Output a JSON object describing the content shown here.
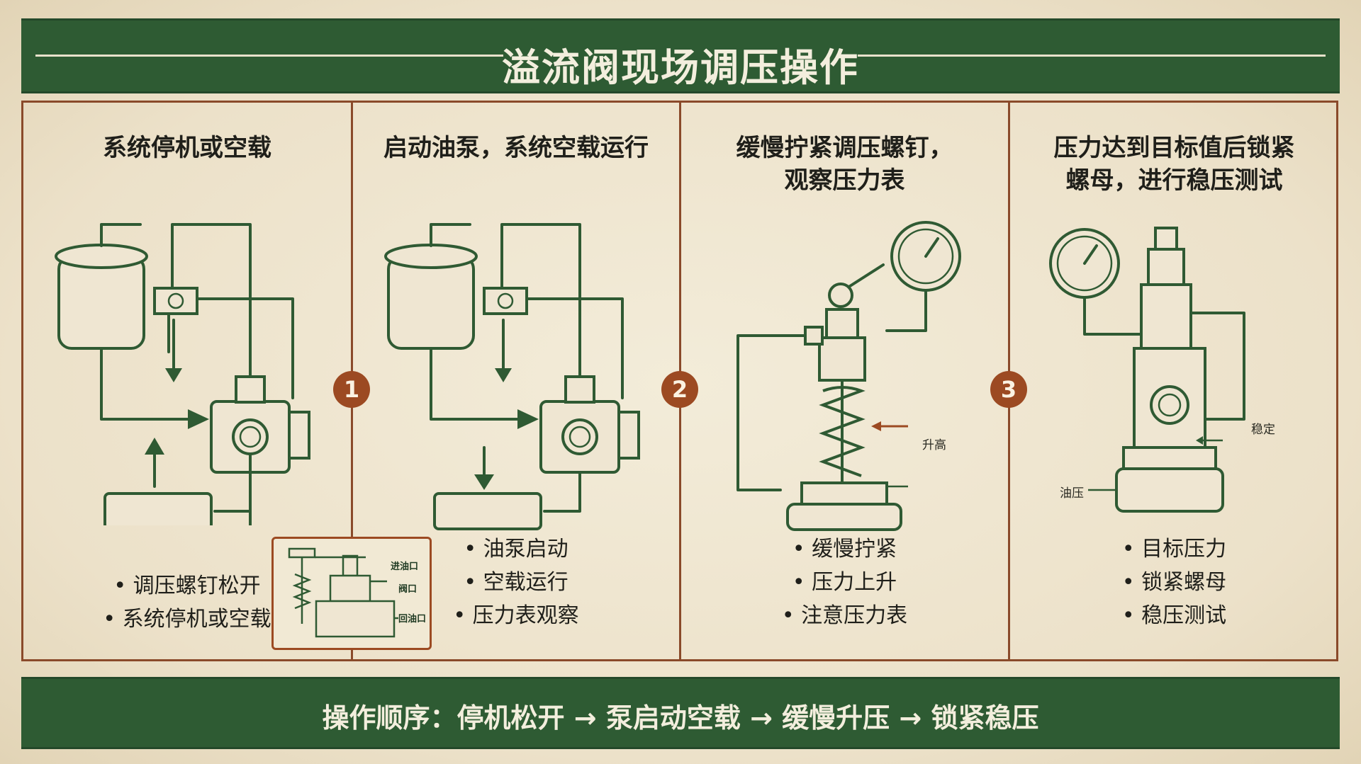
{
  "title": "溢流阀现场调压操作",
  "panels": [
    {
      "title_lines": [
        "系统停机或空载"
      ],
      "bullets": [
        "调压螺钉松开",
        "系统停机或空载"
      ],
      "badge": "1"
    },
    {
      "title_lines": [
        "启动油泵，系统空载运行"
      ],
      "bullets": [
        "油泵启动",
        "空载运行",
        "压力表观察"
      ],
      "badge": "2"
    },
    {
      "title_lines": [
        "缓慢拧紧调压螺钉，",
        "观察压力表"
      ],
      "bullets": [
        "缓慢拧紧",
        "压力上升",
        "注意压力表"
      ],
      "badge": "3"
    },
    {
      "title_lines": [
        "压力达到目标值后锁紧",
        "螺母，进行稳压测试"
      ],
      "bullets": [
        "目标压力",
        "锁紧螺母",
        "稳压测试"
      ]
    }
  ],
  "inset": {
    "labels": [
      "进油口",
      "阀口",
      "回油口"
    ]
  },
  "annotations": {
    "rise": "升高",
    "stable": "稳定",
    "oil_pressure": "油压"
  },
  "footer": "操作顺序：停机松开 → 泵启动空载 → 缓慢升压 → 锁紧稳压",
  "colors": {
    "band_green": "#2e5b33",
    "accent_brown": "#9c4a22",
    "paper": "#efe6d2",
    "line_green": "#2f5a33"
  }
}
